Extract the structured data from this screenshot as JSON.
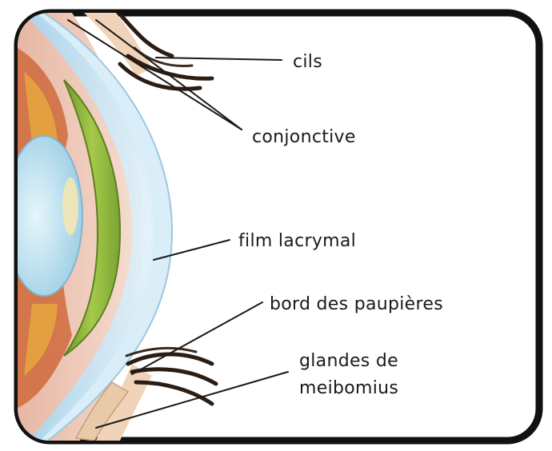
{
  "labels": {
    "cils": "cils",
    "conjonctive": "conjonctive",
    "film_lacrymal": "film lacrymal",
    "bord_paupieres": "bord des paupières",
    "glandes_line1": "glandes de",
    "glandes_line2": "meibomius"
  },
  "colors": {
    "frame": "#111111",
    "cornea": "#cfe6f3",
    "iris": "#8fb83a",
    "lens": "#bfe3f0",
    "tissue": "#e9c9b8",
    "muscle": "#c9553d",
    "lash": "#2b1d14"
  }
}
